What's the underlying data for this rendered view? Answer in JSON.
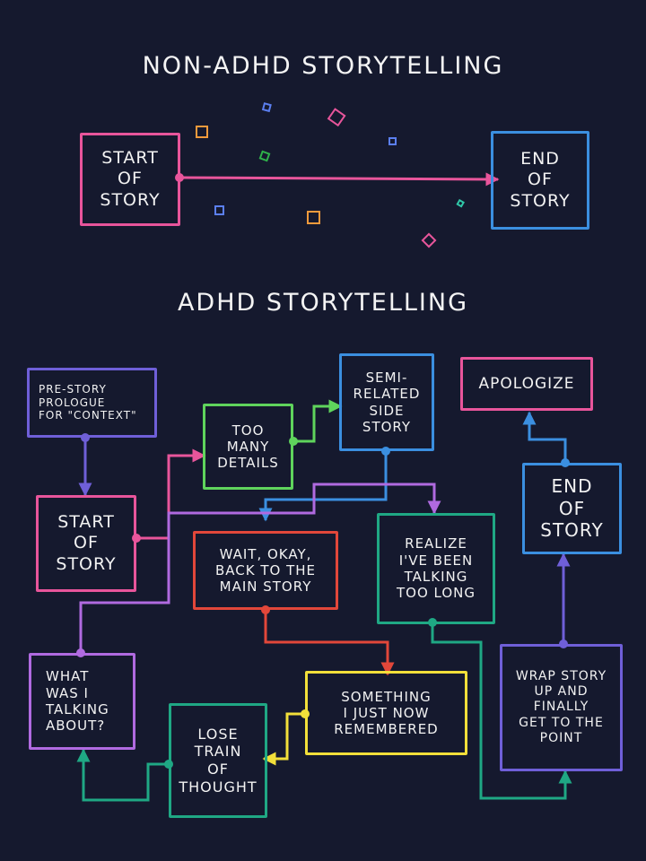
{
  "titles": {
    "non_adhd": "NON-ADHD STORYTELLING",
    "adhd": "ADHD STORYTELLING"
  },
  "non_adhd": {
    "start": "START\nOF\nSTORY",
    "end": "END\nOF\nSTORY"
  },
  "adhd": {
    "prologue": "PRE-STORY\nPROLOGUE\nFOR \"CONTEXT\"",
    "start": "START\nOF\nSTORY",
    "too_many_details": "TOO\nMANY\nDETAILS",
    "semi_related": "SEMI-\nRELATED\nSIDE\nSTORY",
    "apologize": "APOLOGIZE",
    "end": "END\nOF\nSTORY",
    "wait_okay": "WAIT, OKAY,\nBACK TO THE\nMAIN STORY",
    "realize": "REALIZE\nI'VE BEEN\nTALKING\nTOO LONG",
    "what_was_i": "WHAT\nWAS I\nTALKING\nABOUT?",
    "lose_train": "LOSE\nTRAIN\nOF\nTHOUGHT",
    "something": "SOMETHING\nI JUST NOW\nREMEMBERED",
    "wrap_up": "WRAP STORY\nUP AND\nFINALLY\nGET TO THE\nPOINT"
  },
  "colors": {
    "background": "#15192e",
    "pink": "#e8559b",
    "blue": "#3b8fe0",
    "purple": "#6f5fd8",
    "lavender": "#b06ae0",
    "green": "#5fd45c",
    "red": "#e2473a",
    "teal": "#1fa884",
    "yellow": "#f2df3a",
    "orange": "#f28a2e",
    "confetti_orange": "#f29a3c",
    "confetti_pink": "#e8559b",
    "confetti_blue": "#5b7ff0",
    "confetti_teal": "#30c7a8",
    "confetti_green": "#2fb14a"
  }
}
